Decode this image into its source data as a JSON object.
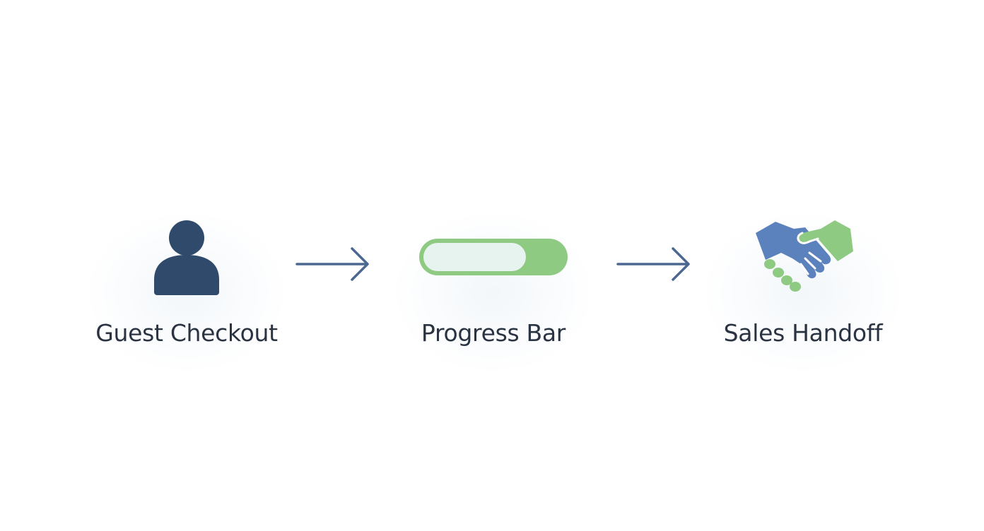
{
  "steps": [
    {
      "label": "Guest Checkout",
      "icon": "user-icon"
    },
    {
      "label": "Progress Bar",
      "icon": "progress-bar-icon",
      "progress": 0.73
    },
    {
      "label": "Sales Handoff",
      "icon": "handshake-icon"
    }
  ],
  "colors": {
    "navy": "#2f4a6b",
    "arrow": "#4c6890",
    "green": "#8fca82",
    "green_light": "#e6f3ef",
    "blue": "#5b82bd",
    "text": "#2a3342"
  }
}
